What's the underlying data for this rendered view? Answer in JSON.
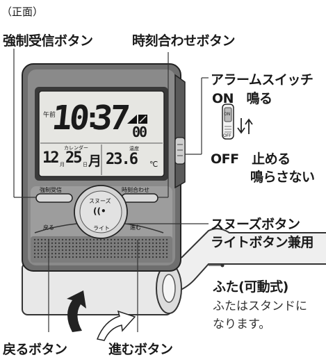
{
  "view_label": "（正面）",
  "callouts": {
    "force_receive": "強制受信ボタン",
    "time_set": "時刻合わせボタン",
    "alarm_switch": "アラームスイッチ",
    "alarm_on": "ON　鳴る",
    "alarm_off_1": "OFF　止める",
    "alarm_off_2": "鳴らさない",
    "snooze_1": "スヌーズボタン",
    "snooze_2": "ライトボタン兼用",
    "lid": "ふた(可動式)",
    "lid_note_1": "ふたはスタンドに",
    "lid_note_2": "なります。",
    "back": "戻るボタン",
    "forward": "進むボタン"
  },
  "device": {
    "am_pm": "午前",
    "hour": "10",
    "colon": ":",
    "minute": "37",
    "seconds": "00",
    "calendar_label": "カレンダー",
    "month": "12",
    "month_unit": "月",
    "day": "25",
    "day_unit": "日",
    "weekday": "月",
    "temp_label": "温度",
    "temperature": "23.6",
    "temp_unit": "℃",
    "btn_force_receive": "強制受信",
    "btn_time_set": "時刻合わせ",
    "btn_snooze_top": "スヌーズ",
    "btn_snooze_bottom": "ライト",
    "btn_back": "戻る",
    "btn_forward": "進む",
    "switch_on": "ON",
    "switch_off": "OFF"
  }
}
